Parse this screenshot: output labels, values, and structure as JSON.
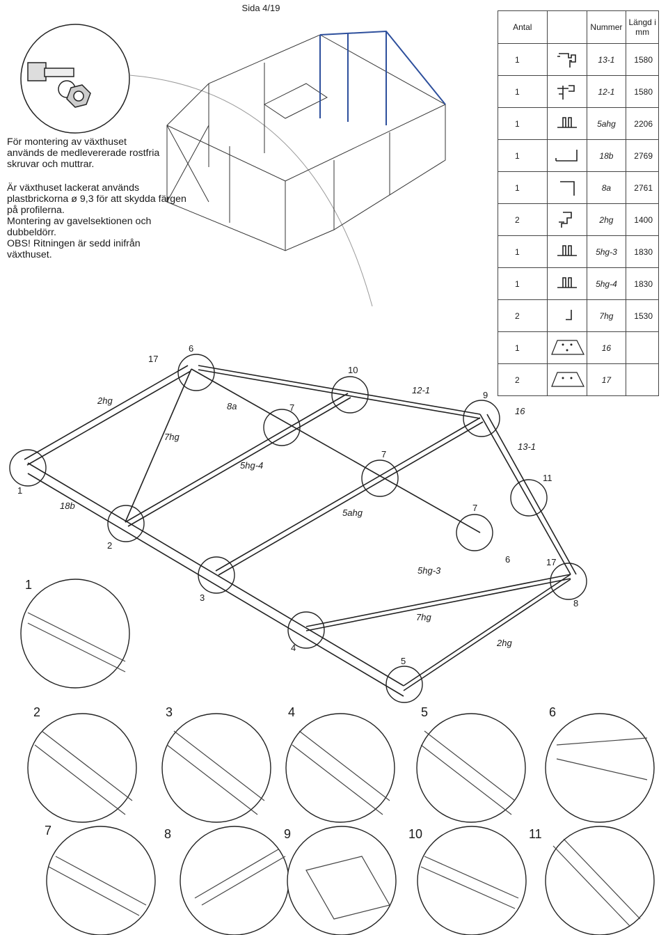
{
  "header": {
    "page": "Sida 4/19"
  },
  "intro": {
    "para1": "För montering av växthuset används de medlevererade rostfria skruvar och muttrar.",
    "para2": "Är växthuset lackerat används plastbrickorna ø 9,3 för att skydda färgen på profilerna.",
    "para3": "Montering av gavelsektionen och dubbeldörr.",
    "para4": "OBS! Ritningen är sedd inifrån växthuset."
  },
  "table": {
    "headers": {
      "antal": "Antal",
      "nummer": "Nummer",
      "langd": "Längd i mm"
    },
    "rows": [
      {
        "antal": "1",
        "nummer": "13-1",
        "langd": "1580",
        "icon": "profile-13-1-icon"
      },
      {
        "antal": "1",
        "nummer": "12-1",
        "langd": "1580",
        "icon": "profile-12-1-icon"
      },
      {
        "antal": "1",
        "nummer": "5ahg",
        "langd": "2206",
        "icon": "profile-5ahg-icon"
      },
      {
        "antal": "1",
        "nummer": "18b",
        "langd": "2769",
        "icon": "profile-18b-icon"
      },
      {
        "antal": "1",
        "nummer": "8a",
        "langd": "2761",
        "icon": "profile-8a-icon"
      },
      {
        "antal": "2",
        "nummer": "2hg",
        "langd": "1400",
        "icon": "profile-2hg-icon"
      },
      {
        "antal": "1",
        "nummer": "5hg-3",
        "langd": "1830",
        "icon": "profile-5hg-3-icon"
      },
      {
        "antal": "1",
        "nummer": "5hg-4",
        "langd": "1830",
        "icon": "profile-5hg-4-icon"
      },
      {
        "antal": "2",
        "nummer": "7hg",
        "langd": "1530",
        "icon": "profile-7hg-icon"
      },
      {
        "antal": "1",
        "nummer": "16",
        "langd": "",
        "icon": "plate-16-icon"
      },
      {
        "antal": "2",
        "nummer": "17",
        "langd": "",
        "icon": "plate-17-icon"
      }
    ]
  },
  "diagram": {
    "part_labels": {
      "p17a": "17",
      "p6a": "6",
      "p10": "10",
      "p12_1": "12-1",
      "p9": "9",
      "p2hg_a": "2hg",
      "p8a": "8a",
      "p7a": "7",
      "p16": "16",
      "p7hg_a": "7hg",
      "p13_1": "13-1",
      "p7b": "7",
      "p5hg_4": "5hg-4",
      "p11": "11",
      "p18b": "18b",
      "p5ahg": "5ahg",
      "p7c": "7",
      "p6b": "6",
      "p17b": "17",
      "p5hg_3": "5hg-3",
      "p8": "8",
      "p7hg_b": "7hg",
      "p2hg_b": "2hg"
    },
    "callouts": {
      "c1": "1",
      "c2": "2",
      "c3": "3",
      "c4": "4",
      "c5": "5"
    },
    "details": [
      "1",
      "2",
      "3",
      "4",
      "5",
      "6",
      "7",
      "8",
      "9",
      "10",
      "11"
    ]
  }
}
